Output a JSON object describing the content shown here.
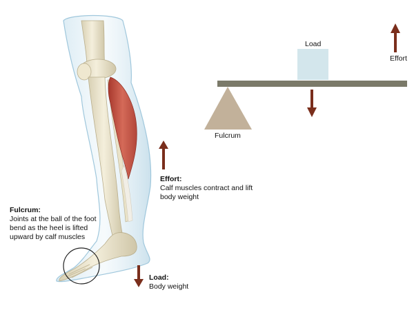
{
  "colors": {
    "arrow": "#7a2e1c",
    "beam": "#7b7a69",
    "fulcrum": "#c2b19a",
    "load_box": "#d3e6ec",
    "muscle": "#c55a4c",
    "bone": "#ece6cf",
    "skin": "#c9e3ef"
  },
  "lever": {
    "load_label": "Load",
    "effort_label": "Effort",
    "fulcrum_label": "Fulcrum"
  },
  "leg": {
    "effort_title": "Effort:",
    "effort_line1": "Calf muscles contract and lift",
    "effort_line2": "body weight",
    "fulcrum_title": "Fulcrum:",
    "fulcrum_line1": "Joints at the ball of the foot",
    "fulcrum_line2": "bend as the heel is lifted",
    "fulcrum_line3": "upward by calf muscles",
    "load_title": "Load:",
    "load_line1": "Body weight"
  },
  "icons": [
    "arrow-up-icon",
    "arrow-down-icon"
  ]
}
